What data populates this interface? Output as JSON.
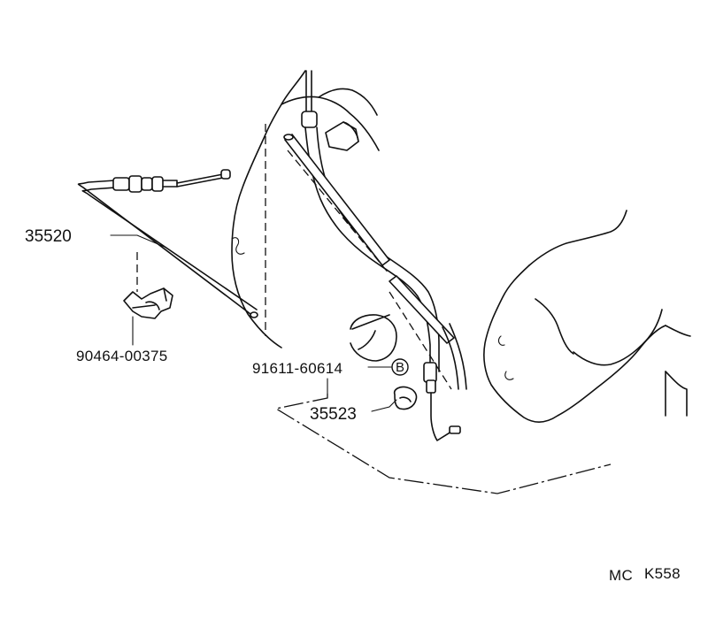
{
  "labels": {
    "cable_assy": "35520",
    "clamp": "90464-00375",
    "pin": "91611-60614",
    "ref_mark": "B",
    "grommet": "35523",
    "diagram_code_left": "MC",
    "diagram_code_right": "K558"
  }
}
